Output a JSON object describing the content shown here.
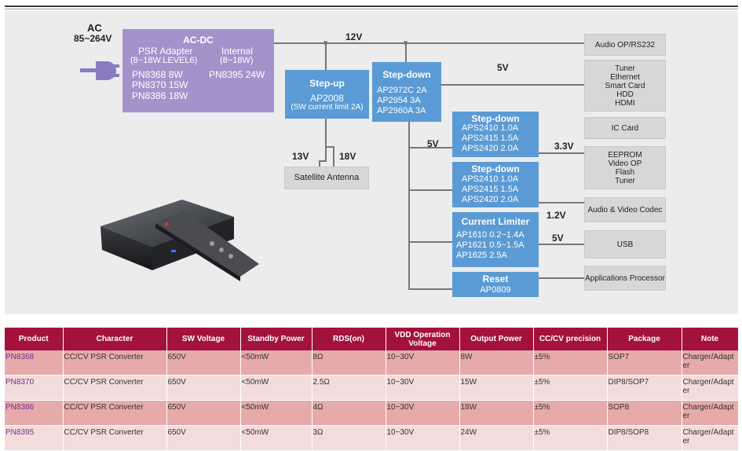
{
  "diagram": {
    "ac_label": "AC",
    "ac_range": "85~264V",
    "acdc": {
      "title": "AC-DC",
      "psr_title": "PSR Adapter",
      "psr_sub": "(8~18W.LEVEL6)",
      "psr_items": [
        "PN8368    8W",
        "PN8370  15W",
        "PN8386  18W"
      ],
      "internal_title": "Internal",
      "internal_sub": "(8~18W)",
      "internal_item": "PN8395  24W"
    },
    "bus_12v": "12V",
    "stepup": {
      "title": "Step-up",
      "part": "AP2008",
      "note": "(SW current limit 2A)"
    },
    "v13": "13V",
    "v18": "18V",
    "satellite": "Satellite Antenna",
    "stepdown_main": {
      "title": "Step-down",
      "items": [
        "AP2972C  2A",
        "AP2954     3A",
        "AP2960A   3A"
      ]
    },
    "v5_top": "5V",
    "v5_mid": "5V",
    "v3_3": "3.3V",
    "v1_2": "1.2V",
    "v5_usb": "5V",
    "stepdown_a": {
      "title": "Step-down",
      "items": [
        "APS2410  1.0A",
        "APS2415  1.5A",
        "APS2420  2.0A"
      ]
    },
    "stepdown_b": {
      "title": "Step-down",
      "items": [
        "APS2410  1.0A",
        "APS2415  1.5A",
        "APS2420  2.0A"
      ]
    },
    "current_limiter": {
      "title": "Current Limiter",
      "items": [
        "AP1610  0.2~1.4A",
        "AP1621  0.5~1.5A",
        "AP1625        2.5A"
      ]
    },
    "reset": {
      "title": "Reset",
      "part": "AP0809"
    },
    "loads": {
      "audio_op": "Audio OP/RS232",
      "tuner_group": [
        "Tuner",
        "Ethernet",
        "Smart Card",
        "HDD",
        "HDMI"
      ],
      "ic_card": "IC Card",
      "eeprom_group": [
        "EEPROM",
        "Video OP",
        "Flash",
        "Tuner"
      ],
      "av_codec": "Audio & Video Codec",
      "usb": "USB",
      "app_proc": "Applications Processor"
    }
  },
  "table": {
    "headers": [
      "Product",
      "Character",
      "SW Voltage",
      "Standby Power",
      "RDS(on)",
      "VDD Operation Voltage",
      "Output Power",
      "CC/CV precision",
      "Package",
      "Note"
    ],
    "rows": [
      [
        "PN8368",
        "CC/CV PSR Converter",
        "650V",
        "<50mW",
        "8Ω",
        "10~30V",
        "8W",
        "±5%",
        "SOP7",
        "Charger/Adapter"
      ],
      [
        "PN8370",
        "CC/CV PSR Converter",
        "650V",
        "<50mW",
        "2.5Ω",
        "10~30V",
        "15W",
        "±5%",
        "DIP8/SOP7",
        "Charger/Adapter"
      ],
      [
        "PN8386",
        "CC/CV PSR Converter",
        "650V",
        "<50mW",
        "4Ω",
        "10~30V",
        "18W",
        "±5%",
        "SOP8",
        "Charger/Adapter"
      ],
      [
        "PN8395",
        "CC/CV PSR Converter",
        "650V",
        "<50mW",
        "3Ω",
        "10~30V",
        "24W",
        "±5%",
        "DIP8/SOP8",
        "Charger/Adapter"
      ]
    ]
  },
  "colors": {
    "acdc_box": "#a592cb",
    "converter_box": "#5b9bd5",
    "load_box": "#d7d7d7",
    "table_header": "#a3123c",
    "row_dark": "#e7aaaa",
    "row_light": "#f3dcdc"
  }
}
